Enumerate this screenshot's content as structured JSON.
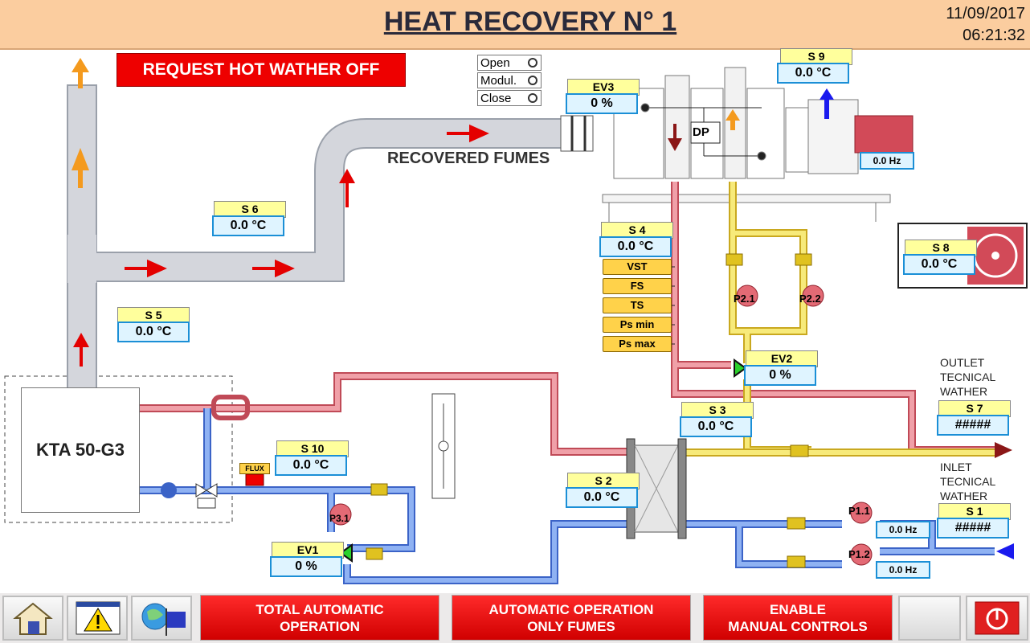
{
  "header": {
    "title": "HEAT RECOVERY N° 1",
    "date": "11/09/2017",
    "time": "06:21:32"
  },
  "request_button": "REQUEST HOT WATHER OFF",
  "labels": {
    "recovered_fumes": "RECOVERED FUMES",
    "engine": "KTA 50-G3",
    "dp": "DP",
    "flux": "FLUX",
    "outlet": [
      "OUTLET",
      "TECNICAL",
      "WATHER"
    ],
    "inlet": [
      "INLET",
      "TECNICAL",
      "WATHER"
    ]
  },
  "valve_modes": [
    "Open",
    "Modul.",
    "Close"
  ],
  "sensors": {
    "s1": {
      "label": "S 1",
      "value": "#####"
    },
    "s2": {
      "label": "S 2",
      "value": "0.0 °C"
    },
    "s3": {
      "label": "S 3",
      "value": "0.0 °C"
    },
    "s4": {
      "label": "S 4",
      "value": "0.0 °C"
    },
    "s5": {
      "label": "S 5",
      "value": "0.0 °C"
    },
    "s6": {
      "label": "S 6",
      "value": "0.0 °C"
    },
    "s7": {
      "label": "S 7",
      "value": "#####"
    },
    "s8": {
      "label": "S 8",
      "value": "0.0 °C"
    },
    "s9": {
      "label": "S 9",
      "value": "0.0 °C"
    },
    "s10": {
      "label": "S 10",
      "value": "0.0 °C"
    }
  },
  "valves": {
    "ev1": {
      "label": "EV1",
      "value": "0 %"
    },
    "ev2": {
      "label": "EV2",
      "value": "0 %"
    },
    "ev3": {
      "label": "EV3",
      "value": "0 %"
    }
  },
  "pumps": {
    "p11": {
      "label": "P1.1",
      "freq": "0.0 Hz"
    },
    "p12": {
      "label": "P1.2",
      "freq": "0.0 Hz"
    },
    "p21": {
      "label": "P2.1"
    },
    "p22": {
      "label": "P2.2"
    },
    "p31": {
      "label": "P3.1"
    }
  },
  "fan": {
    "freq": "0.0 Hz"
  },
  "status_tags": [
    "VST",
    "FS",
    "TS",
    "Ps min",
    "Ps max"
  ],
  "toolbar": {
    "total_auto": [
      "TOTAL AUTOMATIC",
      "OPERATION"
    ],
    "auto_fumes": [
      "AUTOMATIC OPERATION",
      "ONLY FUMES"
    ],
    "manual": [
      "ENABLE",
      "MANUAL CONTROLS"
    ]
  },
  "colors": {
    "header_bg": "#fbcd9f",
    "hot_pipe": "#e8808a",
    "cold_pipe": "#6f9be8",
    "loop_pipe": "#f2e06a",
    "fume_pipe": "#d4d6dc",
    "alarm_red": "#ee0000"
  }
}
